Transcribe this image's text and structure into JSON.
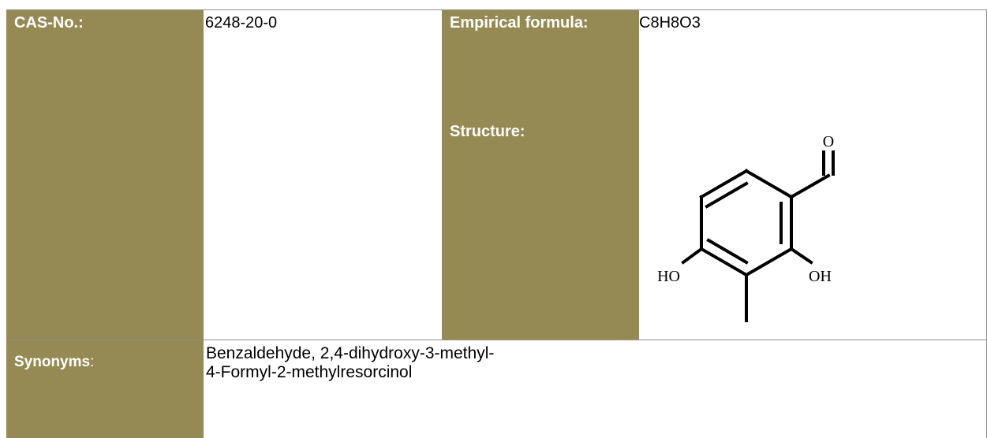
{
  "cas": {
    "label": "CAS-No.:",
    "value": "6248-20-0"
  },
  "formula": {
    "label": "Empirical formula:",
    "value": "C8H8O3"
  },
  "structure": {
    "label": "Structure:",
    "atoms": {
      "oxygen": "O",
      "hydroxyl_left": "HO",
      "hydroxyl_right": "OH"
    }
  },
  "synonyms": {
    "label": "Synonyms",
    "colon": ":",
    "items": [
      "Benzaldehyde, 2,4-dihydroxy-3-methyl-",
      "4-Formyl-2-methylresorcinol"
    ]
  },
  "colors": {
    "label_background": "#968a54",
    "label_text": "#ffffff",
    "border": "#8f8f8f"
  }
}
